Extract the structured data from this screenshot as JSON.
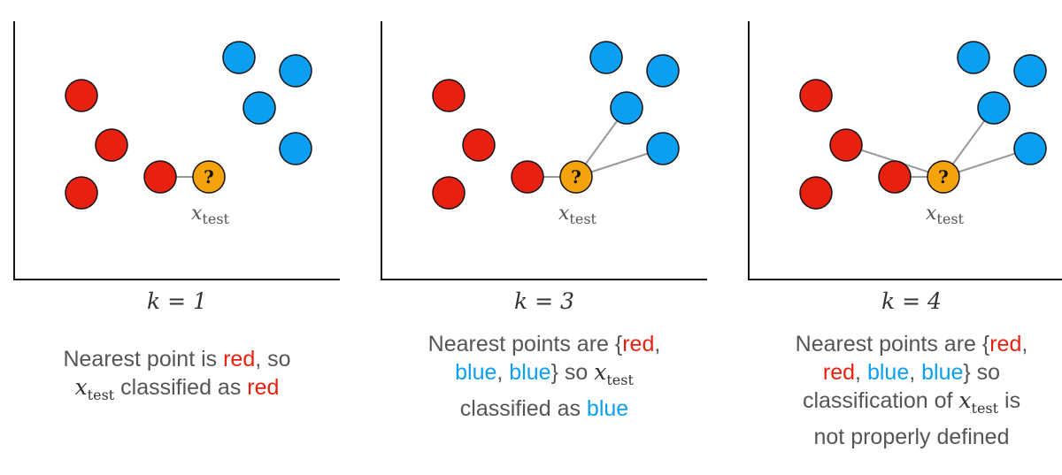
{
  "colors": {
    "red": "#e8200f",
    "blue": "#0a9ff0",
    "test": "#f5a30a",
    "edge": "#999999",
    "text": "#555555"
  },
  "test_point": {
    "symbol": "?",
    "label_var": "x",
    "label_sub": "test"
  },
  "panels": [
    {
      "k_label": "k = 1",
      "caption_lines": [
        [
          {
            "t": "Nearest point is ",
            "c": "text"
          },
          {
            "t": "red",
            "c": "red"
          },
          {
            "t": ", so",
            "c": "text"
          }
        ],
        [
          {
            "x": true
          },
          {
            "t": " classified as ",
            "c": "text"
          },
          {
            "t": "red",
            "c": "red"
          }
        ]
      ]
    },
    {
      "k_label": "k = 3",
      "caption_lines": [
        [
          {
            "t": "Nearest points are {",
            "c": "text"
          },
          {
            "t": "red",
            "c": "red"
          },
          {
            "t": ",",
            "c": "text"
          }
        ],
        [
          {
            "t": "blue",
            "c": "blue"
          },
          {
            "t": ", ",
            "c": "text"
          },
          {
            "t": "blue",
            "c": "blue"
          },
          {
            "t": "} so ",
            "c": "text"
          },
          {
            "x": true
          }
        ],
        [
          {
            "t": "classified as ",
            "c": "text"
          },
          {
            "t": "blue",
            "c": "blue"
          }
        ]
      ]
    },
    {
      "k_label": "k = 4",
      "caption_lines": [
        [
          {
            "t": "Nearest points are {",
            "c": "text"
          },
          {
            "t": "red",
            "c": "red"
          },
          {
            "t": ",",
            "c": "text"
          }
        ],
        [
          {
            "t": "red",
            "c": "red"
          },
          {
            "t": ", ",
            "c": "text"
          },
          {
            "t": "blue",
            "c": "blue"
          },
          {
            "t": ", ",
            "c": "text"
          },
          {
            "t": "blue",
            "c": "blue"
          },
          {
            "t": "} so",
            "c": "text"
          }
        ],
        [
          {
            "t": "classification of ",
            "c": "text"
          },
          {
            "x": true
          },
          {
            "t": " is",
            "c": "text"
          }
        ],
        [
          {
            "t": "not properly defined",
            "c": "text"
          }
        ]
      ]
    }
  ]
}
